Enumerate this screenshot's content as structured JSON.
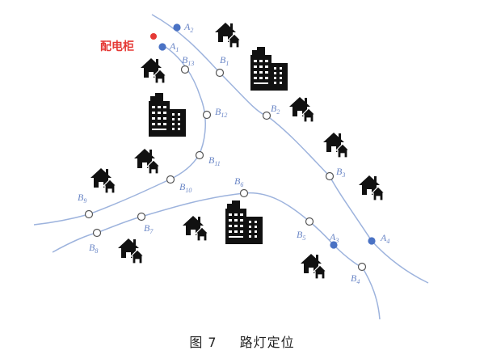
{
  "cabinet_label": "配电柜",
  "caption": {
    "figure_number": "图 7",
    "title": "路灯定位"
  },
  "nodes": [
    {
      "id": "A2",
      "letter": "A",
      "sub": "2",
      "kind": "filled"
    },
    {
      "id": "A1",
      "letter": "A",
      "sub": "1",
      "kind": "filled"
    },
    {
      "id": "B13",
      "letter": "B",
      "sub": "13",
      "kind": "open"
    },
    {
      "id": "B1",
      "letter": "B",
      "sub": "1",
      "kind": "open"
    },
    {
      "id": "B12",
      "letter": "B",
      "sub": "12",
      "kind": "open"
    },
    {
      "id": "B2",
      "letter": "B",
      "sub": "2",
      "kind": "open"
    },
    {
      "id": "B11",
      "letter": "B",
      "sub": "11",
      "kind": "open"
    },
    {
      "id": "B3",
      "letter": "B",
      "sub": "3",
      "kind": "open"
    },
    {
      "id": "B10",
      "letter": "B",
      "sub": "10",
      "kind": "open"
    },
    {
      "id": "B6",
      "letter": "B",
      "sub": "6",
      "kind": "open"
    },
    {
      "id": "B9",
      "letter": "B",
      "sub": "9",
      "kind": "open"
    },
    {
      "id": "B7",
      "letter": "B",
      "sub": "7",
      "kind": "open"
    },
    {
      "id": "B8",
      "letter": "B",
      "sub": "8",
      "kind": "open"
    },
    {
      "id": "B5",
      "letter": "B",
      "sub": "5",
      "kind": "open"
    },
    {
      "id": "A3",
      "letter": "A",
      "sub": "3",
      "kind": "filled"
    },
    {
      "id": "A4",
      "letter": "A",
      "sub": "4",
      "kind": "filled"
    },
    {
      "id": "B4",
      "letter": "B",
      "sub": "4",
      "kind": "open"
    }
  ],
  "colors": {
    "road": "#9db3dd",
    "node_stroke": "#555555",
    "node_fill_open": "#ffffff",
    "node_fill_filled": "#4a72c4",
    "cabinet": "#e53935",
    "building": "#111111"
  },
  "icons": {
    "house": "house-icon",
    "building": "office-building-icon",
    "cabinet": "power-cabinet-marker"
  }
}
